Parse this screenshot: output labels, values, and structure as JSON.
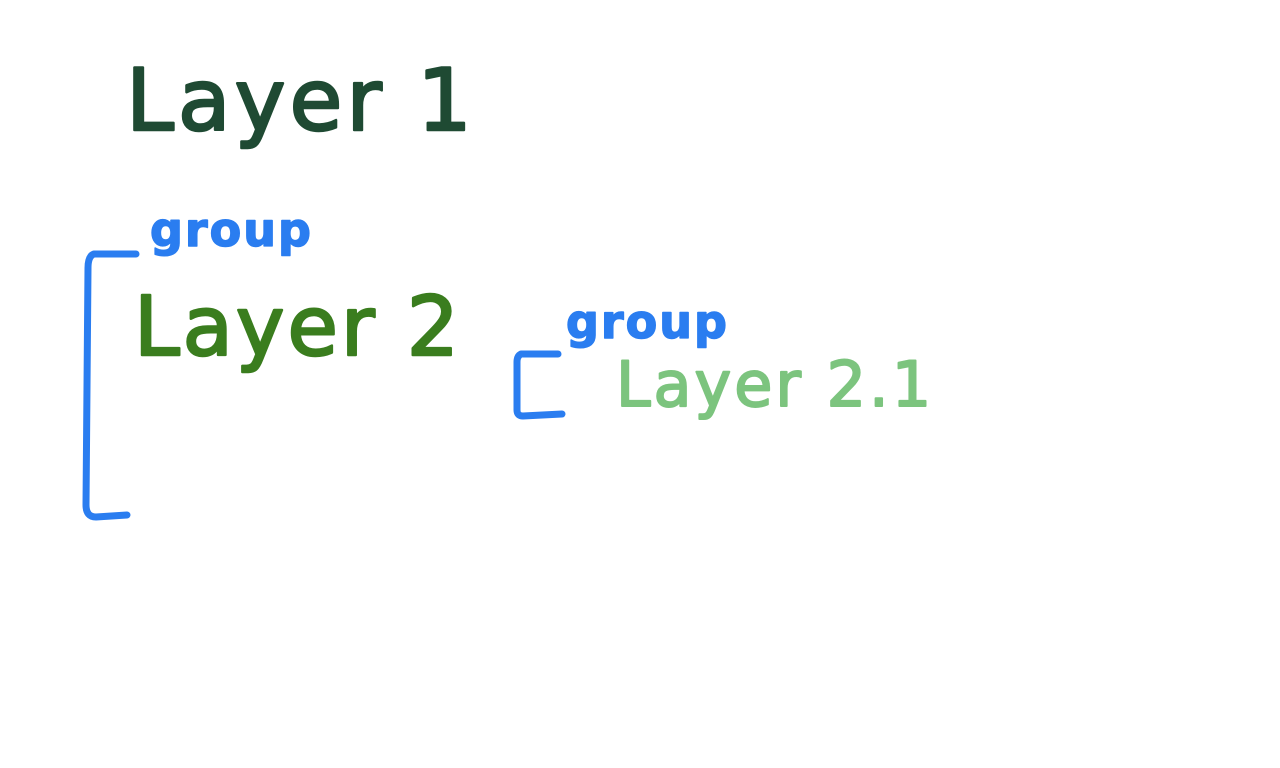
{
  "labels": {
    "layer1": "Layer 1",
    "layer2": "Layer 2",
    "layer2_1": "Layer 2.1",
    "group_outer": "group",
    "group_inner": "group"
  },
  "colors": {
    "layer1": "#1f4a33",
    "layer2": "#3a7d1e",
    "layer2_1": "#7cc47e",
    "group": "#2a7df0",
    "background": "#ffffff"
  }
}
